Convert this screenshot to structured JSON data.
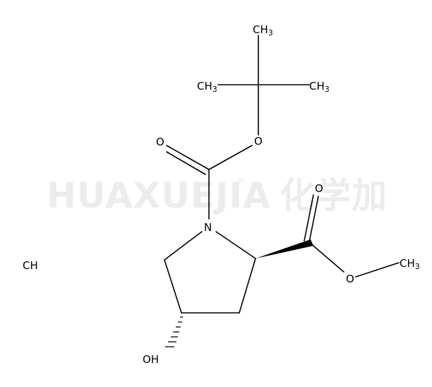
{
  "watermark": {
    "latin": "HUAXUEJIA",
    "registered": "®",
    "chinese": "化学加"
  },
  "labels": {
    "ch3_top": "CH",
    "ch3_left": "CH",
    "ch3_right": "CH",
    "ch3_ester": "CH",
    "sub3": "3",
    "o_ether": "O",
    "o_carbonyl_boc": "O",
    "n": "N",
    "o_carbonyl_ester": "O",
    "o_ester": "O",
    "oh": "OH",
    "hcl": "CH"
  }
}
